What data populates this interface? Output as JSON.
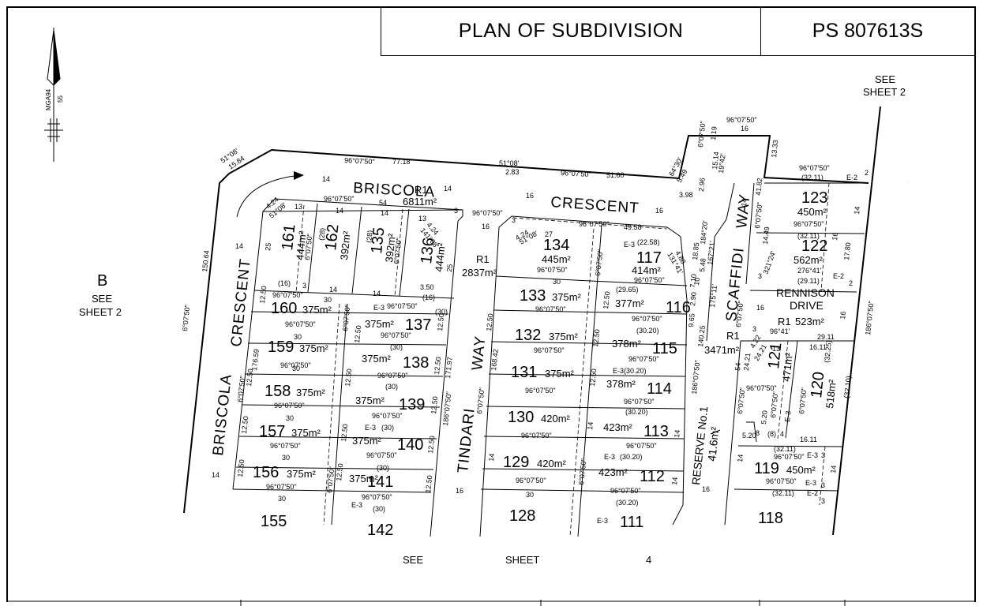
{
  "header": {
    "title": "PLAN OF SUBDIVISION",
    "plan_number": "PS 807613S"
  },
  "north_arrow": {
    "datum": "MGA94",
    "zone": "55",
    "icon": "north-arrow-icon"
  },
  "see_refs": {
    "top_right": [
      "SEE",
      "SHEET 2"
    ],
    "left": [
      "B",
      "SEE",
      "SHEET 2"
    ],
    "bottom": [
      "SEE",
      "SHEET",
      "4"
    ]
  },
  "streets": {
    "briscola_top": "BRISCOLA",
    "crescent_top": "CRESCENT",
    "briscola_left": "BRISCOLA",
    "crescent_left": "CRESCENT",
    "tindari": "TINDARI",
    "way_tindari": "WAY",
    "scaffidi": "SCAFFIDI",
    "way_scaffidi": "WAY",
    "rennison": "RENNISON",
    "drive": "DRIVE",
    "reserve": "RESERVE No.1",
    "reserve_area": "41.6m²"
  },
  "roads": [
    {
      "name": "R1",
      "area": "6811m²"
    },
    {
      "name": "R1",
      "area": "2837m²"
    },
    {
      "name": "R1",
      "area": "523m²"
    },
    {
      "name": "R1",
      "area": "3471m²"
    }
  ],
  "lots": [
    {
      "num": "161",
      "area": "444m²"
    },
    {
      "num": "162",
      "area": "392m²"
    },
    {
      "num": "135",
      "area": "392m²"
    },
    {
      "num": "136",
      "area": "444m²"
    },
    {
      "num": "160",
      "area": "375m²"
    },
    {
      "num": "137",
      "area": "375m²"
    },
    {
      "num": "159",
      "area": "375m²"
    },
    {
      "num": "138",
      "area": "375m²"
    },
    {
      "num": "158",
      "area": "375m²"
    },
    {
      "num": "139",
      "area": "375m²"
    },
    {
      "num": "157",
      "area": "375m²"
    },
    {
      "num": "140",
      "area": "375m²"
    },
    {
      "num": "156",
      "area": "375m²"
    },
    {
      "num": "141",
      "area": "375m²"
    },
    {
      "num": "155",
      "area": ""
    },
    {
      "num": "142",
      "area": ""
    },
    {
      "num": "134",
      "area": "445m²"
    },
    {
      "num": "117",
      "area": "414m²"
    },
    {
      "num": "133",
      "area": "375m²"
    },
    {
      "num": "116",
      "area": "377m²"
    },
    {
      "num": "132",
      "area": "375m²"
    },
    {
      "num": "115",
      "area": "378m²"
    },
    {
      "num": "131",
      "area": "375m²"
    },
    {
      "num": "114",
      "area": "378m²"
    },
    {
      "num": "130",
      "area": "420m²"
    },
    {
      "num": "113",
      "area": "423m²"
    },
    {
      "num": "129",
      "area": "420m²"
    },
    {
      "num": "112",
      "area": "423m²"
    },
    {
      "num": "128",
      "area": ""
    },
    {
      "num": "111",
      "area": ""
    },
    {
      "num": "123",
      "area": "450m²"
    },
    {
      "num": "122",
      "area": "562m²"
    },
    {
      "num": "121",
      "area": "471m²"
    },
    {
      "num": "120",
      "area": "518m²"
    },
    {
      "num": "119",
      "area": "450m²"
    },
    {
      "num": "118",
      "area": ""
    }
  ],
  "bearings": {
    "b1": "96°07'50\"",
    "b2": "6°07'50\"",
    "b3": "186°07'50\"",
    "b4": "51°08'",
    "b5": "64°30'",
    "b6": "19°42'",
    "b7": "141°08'",
    "b8": "131°41'",
    "b9": "184°20'",
    "b10": "167°21'",
    "b11": "175°11'",
    "b12": "321°24'",
    "b13": "276°41'",
    "b14": "96°41'"
  },
  "dimensions": {
    "d_7718": "77.18",
    "d_5160": "51.60",
    "d_283": "2.83",
    "d_1584": "15.84",
    "d_15064": "150.64",
    "d_4958": "49.58",
    "d_16": "16",
    "d_14": "14",
    "d_30": "30",
    "d_1250": "12.50",
    "d_54": "54",
    "d_13": "13",
    "d_3": "3",
    "d_27": "27",
    "d_424": "4.24",
    "d_549": "5.49",
    "d_398": "3.98",
    "d_296": "2.96",
    "d_1514": "15.14",
    "d_119": "1.19",
    "d_1333": "13.33",
    "d_4182": "41.82",
    "d_3211": "(32.11)",
    "d_1780": "17.80",
    "d_1449": "14.49",
    "d_2911": "(29.11)",
    "d_2911b": "29.11",
    "d_1611": "16.11",
    "d_2258": "(22.58)",
    "d_2965": "(29.65)",
    "d_3020": "(30.20)",
    "d_3020b": "30.20",
    "d_30p": "(30)",
    "d_16p": "(16)",
    "d_28p": "(28)",
    "d_3225": "(32.25)",
    "d_3210": "(32.10)",
    "d_488": "4.88",
    "d_710": "7.10",
    "d_290": "2.90",
    "d_965": "9.65",
    "d_14025": "140.25",
    "d_1885": "18.85",
    "d_548": "5.48",
    "d_17659": "176.59",
    "d_17197": "171.97",
    "d_16842": "168.42",
    "d_25": "25",
    "d_350": "3.50",
    "d_10": "10",
    "d_422": "4.22",
    "d_2421": "24.21",
    "d_524": "5.24",
    "d_520": "5.20",
    "d_8": "8",
    "d_8p": "(8)",
    "d_4": "4",
    "d_2": "2",
    "d_1611b": "16.11",
    "e3": "E-3",
    "e2": "E-2"
  }
}
